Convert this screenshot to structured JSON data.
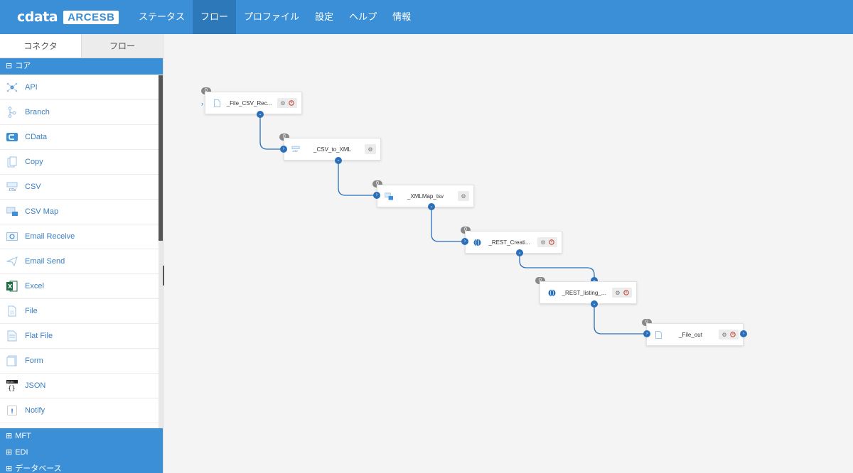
{
  "app": {
    "logo_text": "cdata",
    "product": "ARCESB"
  },
  "nav": [
    {
      "label": "ステータス"
    },
    {
      "label": "フロー"
    },
    {
      "label": "プロファイル"
    },
    {
      "label": "設定"
    },
    {
      "label": "ヘルプ"
    },
    {
      "label": "情報"
    }
  ],
  "sidebar": {
    "tabs": [
      {
        "label": "コネクタ"
      },
      {
        "label": "フロー"
      }
    ],
    "core_section": "コア",
    "items": [
      {
        "label": "API",
        "icon": "api-icon"
      },
      {
        "label": "Branch",
        "icon": "branch-icon"
      },
      {
        "label": "CData",
        "icon": "cdata-icon"
      },
      {
        "label": "Copy",
        "icon": "copy-icon"
      },
      {
        "label": "CSV",
        "icon": "csv-icon"
      },
      {
        "label": "CSV Map",
        "icon": "csv-map-icon"
      },
      {
        "label": "Email Receive",
        "icon": "email-receive-icon"
      },
      {
        "label": "Email Send",
        "icon": "email-send-icon"
      },
      {
        "label": "Excel",
        "icon": "excel-icon"
      },
      {
        "label": "File",
        "icon": "file-icon"
      },
      {
        "label": "Flat File",
        "icon": "flat-file-icon"
      },
      {
        "label": "Form",
        "icon": "form-icon"
      },
      {
        "label": "JSON",
        "icon": "json-icon"
      },
      {
        "label": "Notify",
        "icon": "notify-icon"
      }
    ],
    "bottom_sections": [
      {
        "label": "MFT"
      },
      {
        "label": "EDI"
      },
      {
        "label": "データベース"
      }
    ]
  },
  "flow": {
    "nodes": [
      {
        "label": "_File_CSV_Rec...",
        "badge": "0"
      },
      {
        "label": "_CSV_to_XML",
        "badge": "0"
      },
      {
        "label": "_XMLMap_tsv",
        "badge": "0"
      },
      {
        "label": "_REST_Creati...",
        "badge": "0"
      },
      {
        "label": "_REST_listing_...",
        "badge": "0"
      },
      {
        "label": "_File_out",
        "badge": "0"
      }
    ]
  }
}
